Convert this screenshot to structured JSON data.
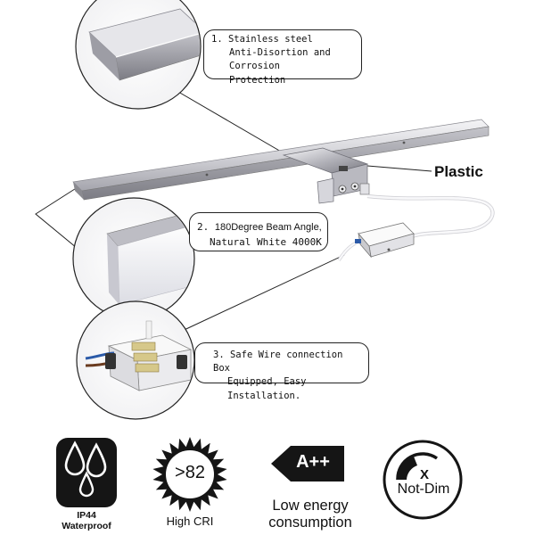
{
  "callouts": [
    {
      "number": "1.",
      "lines": [
        "Stainless steel",
        "Anti-Disortion and Corrosion",
        "Protection"
      ]
    },
    {
      "number": "2.",
      "lines": [
        "180Degree Beam Angle,",
        "Natural White 4000K"
      ]
    },
    {
      "number": "3.",
      "lines": [
        "Safe Wire connection Box",
        "Equipped, Easy Installation."
      ]
    }
  ],
  "plastic_label": "Plastic",
  "badges": [
    {
      "icon": "water-drops-icon",
      "lines": [
        "IP44",
        "Waterproof"
      ]
    },
    {
      "icon": "sun-burst-icon",
      "value": ">82",
      "lines": [
        "High CRI"
      ]
    },
    {
      "icon": "energy-arrow-icon",
      "value": "A++",
      "lines": [
        "Low energy",
        "consumption"
      ]
    },
    {
      "icon": "dimmer-icon",
      "value": "X",
      "lines": [
        "Not-Dim"
      ]
    }
  ],
  "colors": {
    "line": "#222222",
    "badge_dark": "#111111",
    "lamp_light": "#e8e8ec",
    "lamp_dark": "#9a9aa2",
    "cable": "#f4f4f4"
  }
}
